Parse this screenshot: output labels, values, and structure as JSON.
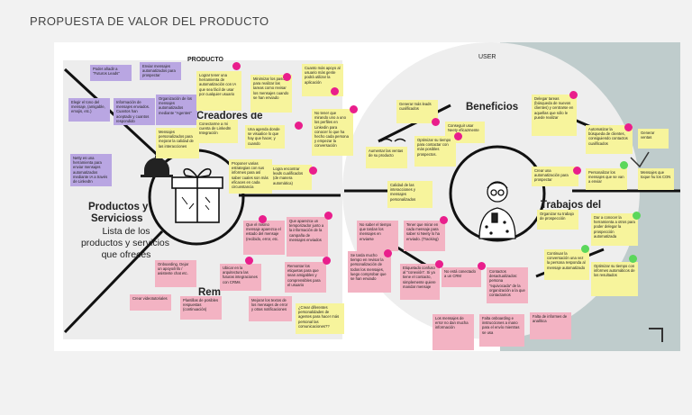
{
  "title": "PROPUESTA DE VALOR DEL PRODUCTO",
  "sections": {
    "producto": "PRODUCTO",
    "user": "USER",
    "creadores": "Creadores de",
    "productos": "Productos y",
    "servicios": "Servicioss",
    "lista1": "Lista de los",
    "lista2": "productos y servicios",
    "lista3": "que  ofreces",
    "remedios": "Rem",
    "beneficios": "Beneficios",
    "trabajos": "Trabajos del"
  },
  "notes": [
    {
      "text": "Poder añadir a \"Futuros Leads\"",
      "color": "purple"
    },
    {
      "text": "Enviar mensajes automatizados para prospectar",
      "color": "purple"
    },
    {
      "text": "Elegir el tono del mensaje, (amigable, emojis, etc.)",
      "color": "purple"
    },
    {
      "text": "Información de mensajes enviados. Cuantos han aceptado y cuantos respondido",
      "color": "purple"
    },
    {
      "text": "Organización de los mensajes automatizados mediante \"Agentes\"",
      "color": "purple"
    },
    {
      "text": "Mensajes personalizados para mejorar la calidad de las interacciones",
      "color": "yellow"
    },
    {
      "text": "Netty es una herramienta para enviar mensajes automatizados mediante IA a través de LinkedIn",
      "color": "purple"
    },
    {
      "text": "Lograr tener una herramienta de automatización con IA que sea fácil de usar por cualquier usuario",
      "color": "yellow"
    },
    {
      "text": "Minimizar los pasos para realizar las tareas como revisar los mensajes cuando se han enviado",
      "color": "yellow"
    },
    {
      "text": "Cuanto más apoyo al usuario más gente podrá utilizar la aplicación",
      "color": "yellow"
    },
    {
      "text": "Conectarme a mi cuenta de LinkedIn Integración",
      "color": "yellow"
    },
    {
      "text": "Una agenda donde se visualice lo que hay que hacer, y cuando",
      "color": "yellow"
    },
    {
      "text": "No tener que mirando uno a uno los perfiles en Linkedin para conocer lo que ha hecho cada persona y empezar la conversación",
      "color": "yellow"
    },
    {
      "text": "Proponer varias estrategias con sus informes para así saber cuales son más eficaces en cada circunstancia",
      "color": "yellow"
    },
    {
      "text": "Logra encontrar leads cualificados (de manera automática)",
      "color": "yellow"
    },
    {
      "text": "Que el mismo mensaje aparezca el estado del mensaje (recibido, error, etc.",
      "color": "pink"
    },
    {
      "text": "Que aparezca un temporizador junto a la información de la campaña de mensajes enviados",
      "color": "pink"
    },
    {
      "text": "Onboarding. Dejar un apoyo/info / asistente chat etc.",
      "color": "pink"
    },
    {
      "text": "Ubicar en la arquitectura las futuras integraciones con CRMs",
      "color": "pink"
    },
    {
      "text": "Remontar los etiquetas para que sean amigables y comprensibles para el usuario",
      "color": "pink"
    },
    {
      "text": "Crear videotutoriales",
      "color": "pink"
    },
    {
      "text": "Plantillas de posibles respuestas (continuación)",
      "color": "pink"
    },
    {
      "text": "Mejorar los textos de los mensajes de error y otras notificaciones",
      "color": "pink"
    },
    {
      "text": "¿Crear diferentes personalidades de agentes para hacer más personal las comunicaciones??",
      "color": "yellow"
    },
    {
      "text": "Generar más leads cualificados",
      "color": "yellow"
    },
    {
      "text": "Conseguir usar Neety eficazmente",
      "color": "yellow"
    },
    {
      "text": "Delegar tareas (búsqueda de nuevos clientes) y centrarse en aquellas que sólo le puede realizar",
      "color": "yellow"
    },
    {
      "text": "Optimizar su tiempo para contactar con más posibles prospectos.",
      "color": "yellow"
    },
    {
      "text": "Aumentar las ventas de su producto",
      "color": "yellow"
    },
    {
      "text": "Calidad de las interacciones y mensajes personalizados",
      "color": "yellow"
    },
    {
      "text": "Automatizar la búsqueda de clientes, consiguiendo contactos cualificados",
      "color": "yellow"
    },
    {
      "text": "Generar ventas",
      "color": "yellow"
    },
    {
      "text": "Crear una automatización para prospectar",
      "color": "yellow"
    },
    {
      "text": "Personalizar los mensajes que se van a enviar",
      "color": "yellow"
    },
    {
      "text": "Mensajes que toque hu los CON",
      "color": "yellow"
    },
    {
      "text": "Organizar su trabajo de prospección",
      "color": "yellow"
    },
    {
      "text": "Dar a conocer la herramienta a otros para poder delegar la prospección automatizada",
      "color": "yellow"
    },
    {
      "text": "Continuar la conversación una vez la persona responda al mensaje automatizado",
      "color": "yellow"
    },
    {
      "text": "Optimizar su tiempo con informes automáticos de los resultados",
      "color": "yellow"
    },
    {
      "text": "No saber el tiempo que tardan los mensajes en enviarse",
      "color": "pink"
    },
    {
      "text": "Tener que mirar en cada mensaje para saber si Neety lo ha enviado. (Tracking)",
      "color": "pink"
    },
    {
      "text": "Se tarda mucho tiempo en revisar la personalización de todos los mensajes, luego comprobar que se han enviado",
      "color": "pink"
    },
    {
      "text": "Etiquetado confuso al \"conexión\". Si ya tiene el contacto, simplemente quiere mandar mensaje",
      "color": "pink"
    },
    {
      "text": "No está conectado a un CRM",
      "color": "pink"
    },
    {
      "text": "Contactos desactualizados: persona \"equivocada\" de la organización a la que contactamos",
      "color": "pink"
    },
    {
      "text": "Los mensajes de error no dan mucha información",
      "color": "pink"
    },
    {
      "text": "Falta onboarding e instrucciones a mano para el envío mientras se usa",
      "color": "pink"
    },
    {
      "text": "Falta de informes de analítica",
      "color": "pink"
    }
  ],
  "colors": {
    "yellow": "#f7f49c",
    "purple": "#b9a6e2",
    "pink": "#f3b3c3",
    "dot_magenta": "#e91e8c",
    "dot_green": "#5bd75b",
    "user_panel": "#bfcccc"
  },
  "icons": [
    "gift-icon",
    "bell-icon",
    "person-with-phone-icon",
    "smiling-face-icon"
  ]
}
